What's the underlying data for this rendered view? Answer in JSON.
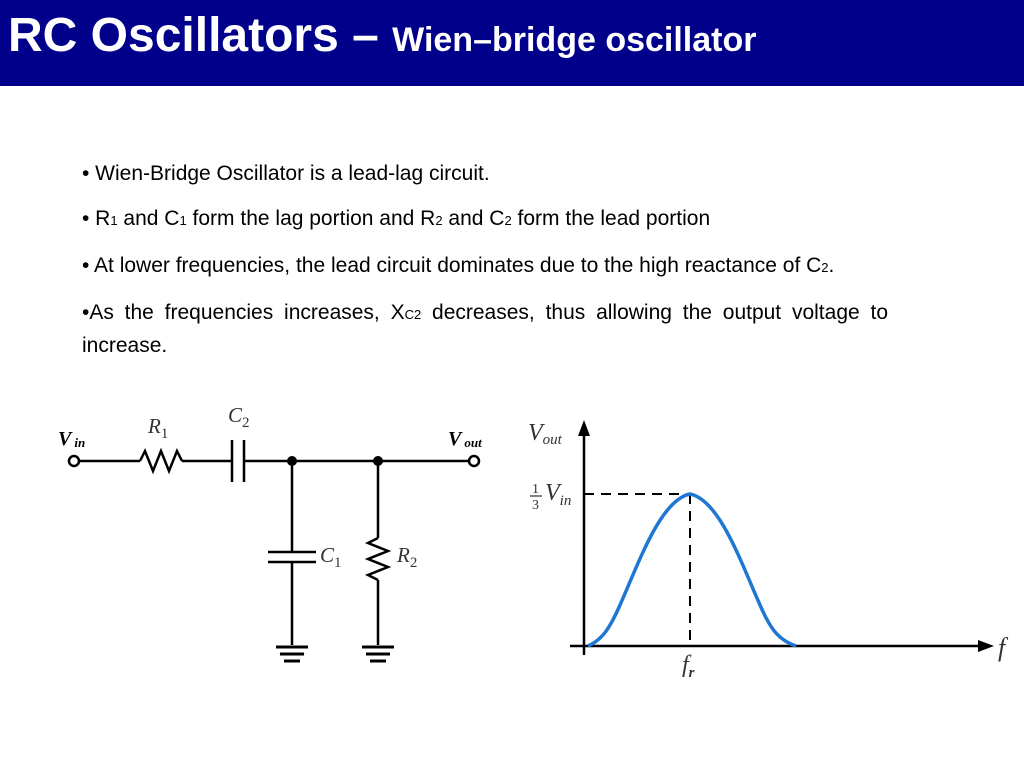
{
  "title": {
    "main": "RC Oscillators –",
    "sub": "Wien–bridge oscillator"
  },
  "bullets": {
    "b1": "• Wien-Bridge Oscillator is a lead-lag circuit.",
    "b2": {
      "p1": "• R",
      "s1": "1",
      "p2": " and C",
      "s2": "1",
      "p3": " form the lag portion and R",
      "s3": "2",
      "p4": " and C",
      "s4": "2",
      "p5": " form the lead portion"
    },
    "b3": {
      "p1": "• At lower frequencies, the lead circuit dominates due to the high reactance of C",
      "s1": "2",
      "p2": "."
    },
    "b4": {
      "p1": "•As the frequencies increases, X",
      "s1": "C2",
      "p2": " decreases, thus allowing the output voltage to increase."
    }
  },
  "circuit": {
    "vin_label": "V",
    "vin_sub": "in",
    "vout_label": "V",
    "vout_sub": "out",
    "r1_label": "R",
    "r1_sub": "1",
    "c2_label": "C",
    "c2_sub": "2",
    "c1_label": "C",
    "c1_sub": "1",
    "r2_label": "R",
    "r2_sub": "2"
  },
  "graph": {
    "y_label": "V",
    "y_sub": "out",
    "x_label": "f",
    "peak_frac_num": "1",
    "peak_frac_den": "3",
    "peak_label": "V",
    "peak_sub": "in",
    "fr_label": "f",
    "fr_sub": "r"
  }
}
